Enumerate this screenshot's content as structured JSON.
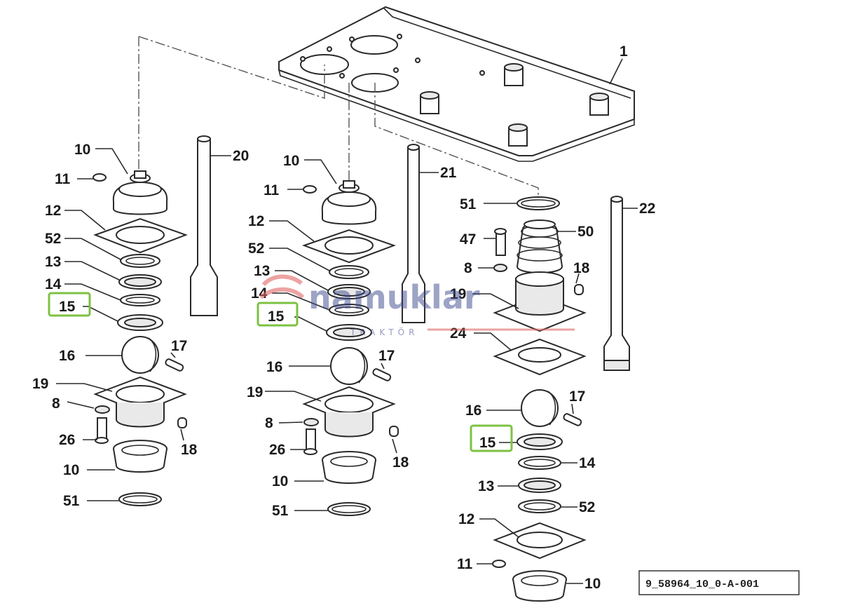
{
  "diagram": {
    "reference_code": "9_58964_10_0-A-001",
    "watermark": {
      "brand": "namuklar",
      "sub": "TRAKTÖR"
    },
    "highlight_color": "#7cc242",
    "callouts": {
      "plate": "1",
      "col1": [
        "10",
        "11",
        "12",
        "52",
        "13",
        "14",
        "15",
        "16",
        "17",
        "19",
        "8",
        "26",
        "18",
        "10",
        "51"
      ],
      "col1_rod": "20",
      "col2": [
        "10",
        "11",
        "12",
        "52",
        "13",
        "14",
        "15",
        "16",
        "17",
        "19",
        "8",
        "26",
        "18",
        "10",
        "51"
      ],
      "col2_rod": "21",
      "col3_top": [
        "51",
        "47",
        "50",
        "8",
        "18",
        "19",
        "24"
      ],
      "col3_rod": "22",
      "col3_bottom": [
        "16",
        "17",
        "15",
        "14",
        "13",
        "52",
        "12",
        "11",
        "10"
      ]
    }
  }
}
